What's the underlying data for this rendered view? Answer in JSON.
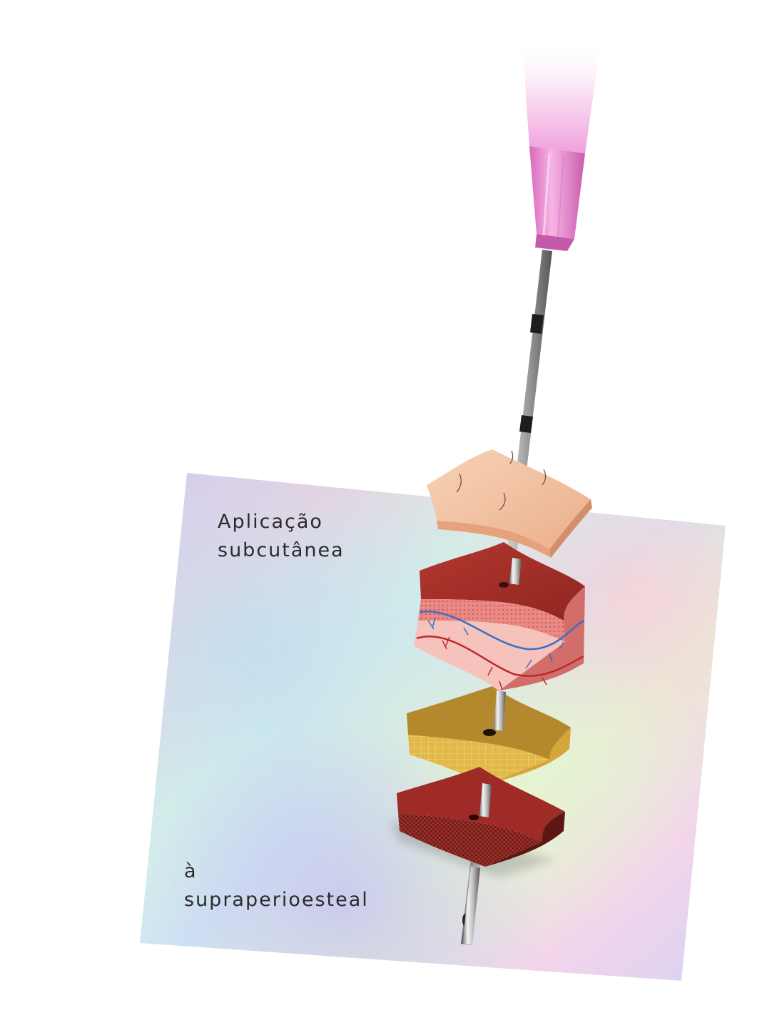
{
  "labels": {
    "top_line1": "Aplicação",
    "top_line2": "subcutânea",
    "bottom_line1": "à",
    "bottom_line2": "supraperioesteal"
  },
  "colors": {
    "needle_hub": "#e98bd0",
    "skin": "#f3c3a0",
    "dermis_top": "#a8312b",
    "dermis_side": "#f2b0a8",
    "fat": "#c9a035",
    "muscle": "#9e2b25",
    "artery": "#c0262a",
    "vein": "#3a6fc4"
  },
  "icons": {
    "needle": "syringe-needle-icon",
    "tissue": "tissue-layer-icon"
  }
}
